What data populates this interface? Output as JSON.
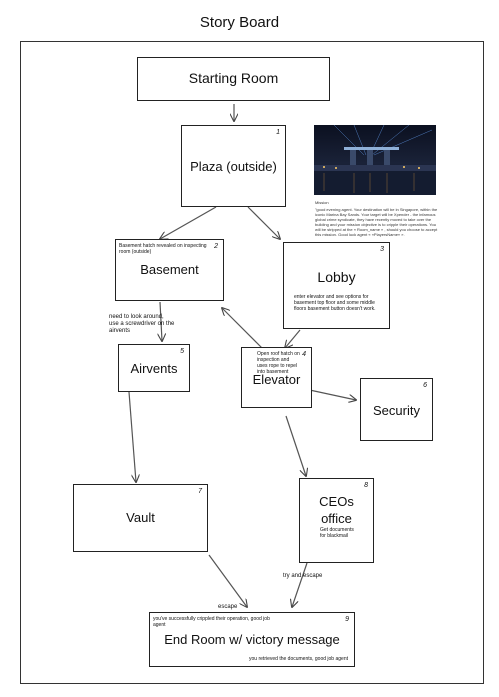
{
  "title": "Story Board",
  "nodes": {
    "start": {
      "label": "Starting Room"
    },
    "plaza": {
      "label": "Plaza (outside)",
      "num": "1"
    },
    "basement": {
      "label": "Basement",
      "num": "2",
      "note": "Basement hatch revealed on inspecting room (outside)"
    },
    "lobby": {
      "label": "Lobby",
      "num": "3",
      "note": "enter elevator and see options for basement top floor and some middle floors basement button doesn't work."
    },
    "elevator": {
      "label": "Elevator",
      "num": "4",
      "note": "Open roof hatch on inspection and uses rope to repel into basement"
    },
    "airvents": {
      "label": "Airvents",
      "num": "5"
    },
    "security": {
      "label": "Security",
      "num": "6"
    },
    "vault": {
      "label": "Vault",
      "num": "7"
    },
    "ceos": {
      "label_line1": "CEOs",
      "label_line2": "office",
      "num": "8",
      "note": "Get documents for blackmail"
    },
    "end": {
      "label": "End Room w/ victory message",
      "num": "9",
      "note_top": "you've successfully crippled their operation, good job agent",
      "note_bottom": "you retrieved the documents, good job agent"
    }
  },
  "edge_labels": {
    "basement_airvents": "need to look around, use a screwdriver on the airvents",
    "vault_end": "escape",
    "ceos_end": "try and escape"
  },
  "mission": {
    "heading": "Mission",
    "text": "\"good evening agent. Your destination will be in Singapore, within the iconic Marina Bay Sands. Your target will be Xpender - the infamous global crime syndicate, they have recently moved to take over the building and your mission objective is to cripple their operations. You will be stripped at the « Room_name » , should you choose to accept this mission. Good luck agent « «PlayersName» »."
  }
}
